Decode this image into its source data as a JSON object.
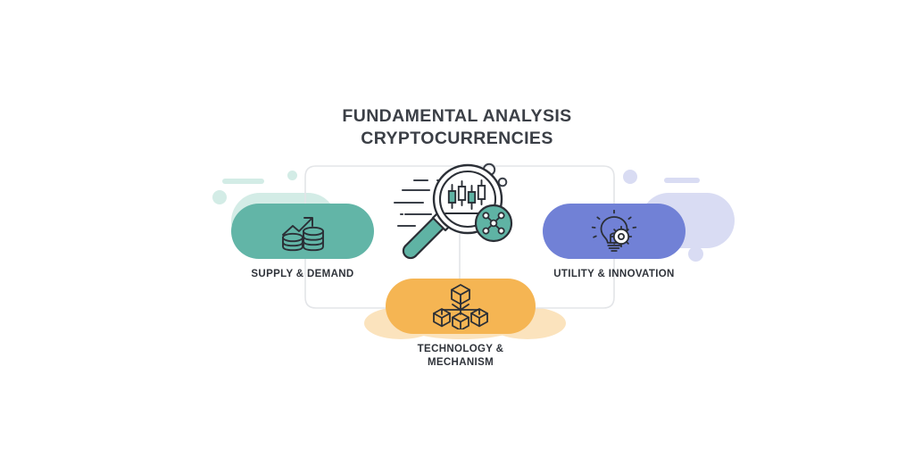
{
  "page": {
    "background": "#ffffff",
    "title_color": "#3b3f46",
    "label_color": "#2f333a",
    "connector_color": "#e3e5e8",
    "ink": "#2b2f36"
  },
  "title": {
    "line1": "FUNDAMENTAL ANALYSIS",
    "line2": "CRYPTOCURRENCIES"
  },
  "center": {
    "icon": "magnifier-candlestick-network-icon",
    "accent": "#5fb3a4",
    "parts": [
      "magnifier-lens",
      "magnifier-handle",
      "candlestick-chart",
      "network-node-badge",
      "speed-lines",
      "bubble-dots"
    ]
  },
  "nodes": [
    {
      "id": "supply-demand",
      "label": "SUPPLY & DEMAND",
      "color": "#62b5a7",
      "soft_color": "#d3ece6",
      "icon": "coin-stacks-growth-arrow-icon",
      "position": "left"
    },
    {
      "id": "utility-innovation",
      "label": "UTILITY & INNOVATION",
      "color": "#7181d6",
      "soft_color": "#d9dcf3",
      "icon": "lightbulb-gear-icon",
      "position": "right"
    },
    {
      "id": "technology-mechanism",
      "label": "TECHNOLOGY &\nMECHANISM",
      "color": "#f5b553",
      "soft_color": "#fbe3bd",
      "icon": "blockchain-cubes-icon",
      "position": "bottom"
    }
  ],
  "decorations": {
    "left_cluster_color": "#d3ece6",
    "right_cluster_color": "#d9dcf3",
    "bottom_cluster_color": "#fbe3bd"
  }
}
